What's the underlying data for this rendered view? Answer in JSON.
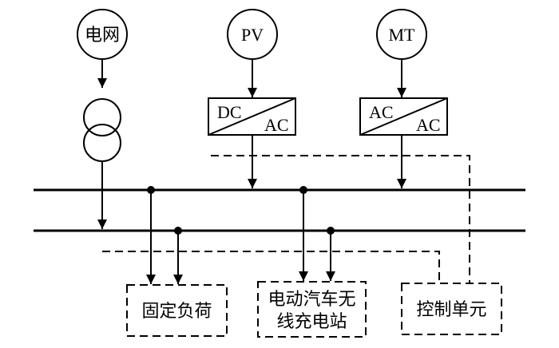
{
  "sources": {
    "grid": {
      "label": "电网"
    },
    "pv": {
      "label": "PV"
    },
    "mt": {
      "label": "MT"
    }
  },
  "converters": {
    "pv_converter": {
      "input": "DC",
      "output": "AC"
    },
    "mt_converter": {
      "input": "AC",
      "output": "AC"
    }
  },
  "loads": {
    "fixed_load": {
      "label": "固定负荷"
    },
    "ev_station": {
      "label_line1": "电动汽车无",
      "label_line2": "线充电站"
    },
    "control_unit": {
      "label": "控制单元"
    }
  }
}
